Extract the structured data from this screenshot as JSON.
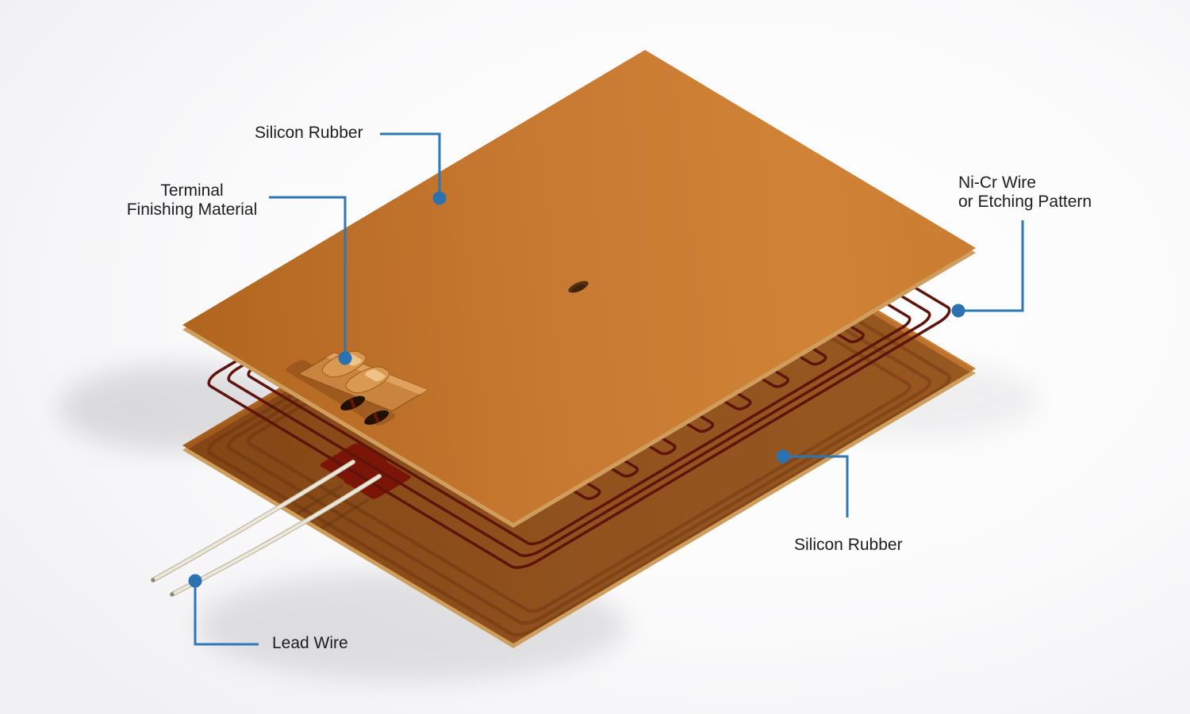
{
  "diagram": {
    "subject": "silicone-rubber-heater-exploded-view",
    "callouts": {
      "silicon_rubber_top": {
        "label": "Silicon Rubber"
      },
      "terminal": {
        "line1": "Terminal",
        "line2": "Finishing Material"
      },
      "nicr": {
        "line1": "Ni-Cr Wire",
        "line2": "or Etching Pattern"
      },
      "silicon_rubber_bottom": {
        "label": "Silicon Rubber"
      },
      "lead_wire": {
        "label": "Lead Wire"
      }
    },
    "colors": {
      "accent_blue": "#2E76B5",
      "sheet_orange": "#C87A31",
      "sheet_orange_dark": "#B0651F",
      "sheet_edge_tan": "#CF9D5C",
      "wire_maroon": "#5E140B",
      "terminal_pad_red": "#7A1507",
      "lead_wire_cream": "#EDE7D8",
      "label_text": "#1D1D1F",
      "background": "#F4F4F6"
    }
  }
}
